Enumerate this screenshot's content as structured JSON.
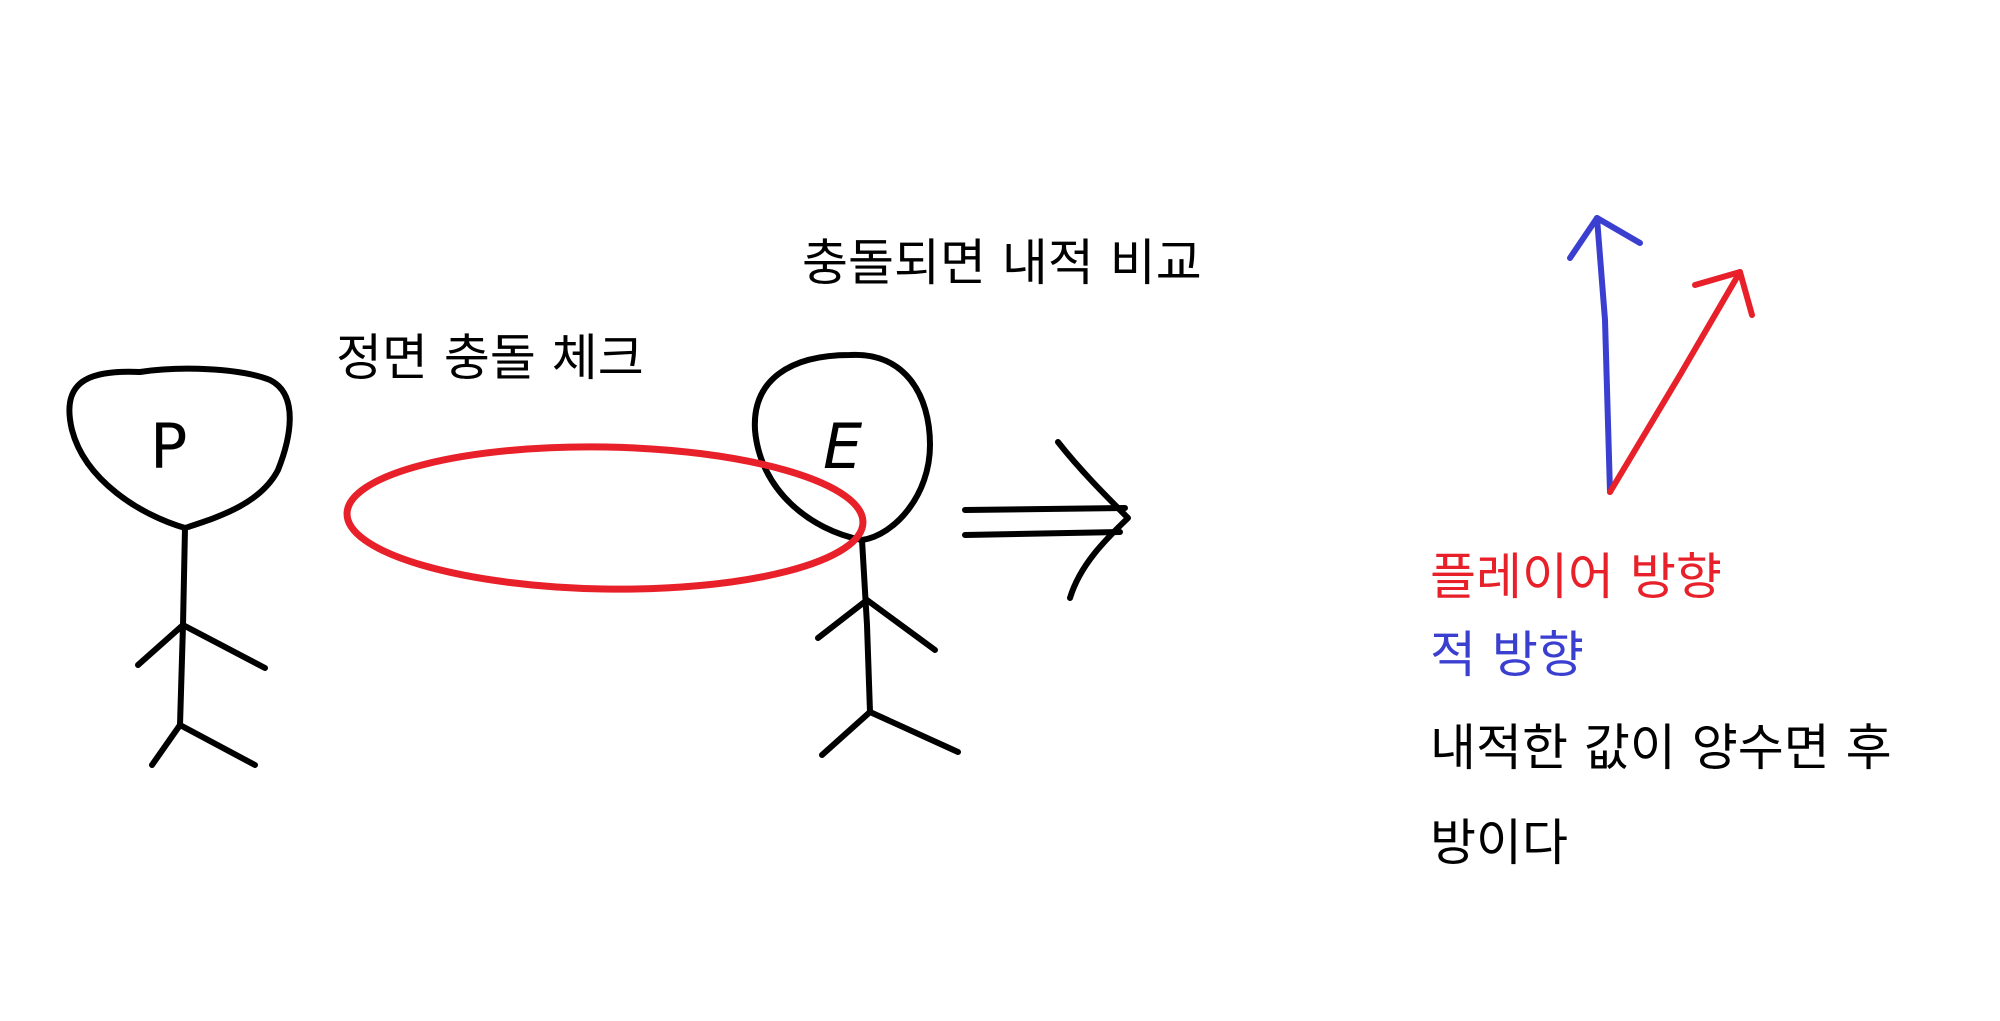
{
  "labels": {
    "collision_compare": "충돌되면 내적 비교",
    "front_collision_check": "정면 충돌 체크",
    "player_direction": "플레이어 방향",
    "enemy_direction": "적 방향",
    "result_line1": "내적한 값이 양수면 후",
    "result_line2": "방이다"
  },
  "figures": {
    "player_letter": "P",
    "enemy_letter": "E"
  },
  "colors": {
    "ink": "#000000",
    "player_red": "#e8202a",
    "enemy_blue": "#3a3fd0",
    "background": "#ffffff"
  }
}
